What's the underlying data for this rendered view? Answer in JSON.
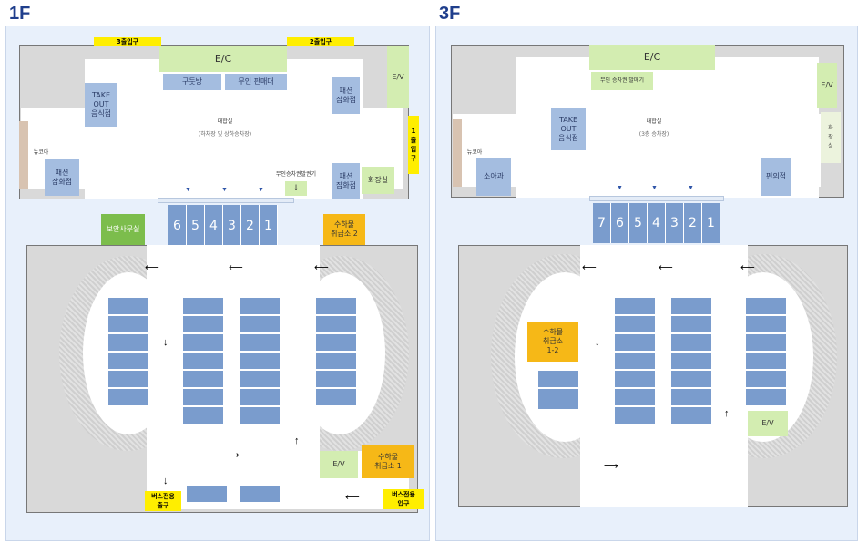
{
  "floors": {
    "f1": {
      "label": "1F",
      "ec": "E/C",
      "ev": "E/V",
      "entrance3": "3출입구",
      "entrance2": "2출입구",
      "entrance1": "1\n출\n입\n구",
      "souvenir": "구둣방",
      "unmanned": "무인 판매대",
      "takeout": "TAKE\nOUT\n음식점",
      "fashion_right_top": "패션\n잡화점",
      "waiting_room": "대합실",
      "waiting_sub": "(하차장 및 상하승차장)",
      "newcore": "뉴코아",
      "fashion_left": "패션\n잡화점",
      "ticket_machine": "무인승차권발권기",
      "fashion_right_bottom": "패션\n잡화점",
      "restroom": "화장실",
      "security": "보안사무실",
      "parcel2": "수하물\n취급소 2",
      "parcel1": "수하물\n취급소 1",
      "ev_bottom": "E/V",
      "bus_exit": "버스전용\n출구",
      "bus_entrance": "버스전용\n입구",
      "gates": [
        "6",
        "5",
        "4",
        "3",
        "2",
        "1"
      ]
    },
    "f3": {
      "label": "3F",
      "ec": "E/C",
      "ev": "E/V",
      "ticket_machine": "무인 승차권 발매기",
      "takeout": "TAKE\nOUT\n음식점",
      "waiting_room": "대합실",
      "waiting_sub": "(3층 승차장)",
      "restroom": "화\n장\n실",
      "newcore": "뉴코아",
      "pharmacy": "소아과",
      "convenience": "편의점",
      "parcel": "수하물\n취급소\n1-2",
      "ev_bottom": "E/V",
      "gates": [
        "7",
        "6",
        "5",
        "4",
        "3",
        "2",
        "1"
      ]
    }
  },
  "colors": {
    "store": "#a4bde0",
    "parcel": "#f6b817",
    "entrance": "#ffee00",
    "ec": "#d3edb1",
    "security": "#7cbd4c",
    "bay": "#7a9ccd"
  }
}
